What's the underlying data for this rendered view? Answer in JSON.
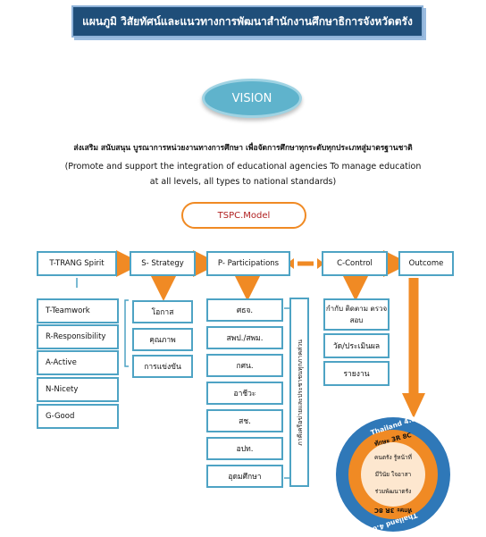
{
  "header": {
    "title": "แผนภูมิ วิสัยทัศน์และแนวทางการพัฒนาสำนักงานศึกษาธิการจังหวัดตรัง"
  },
  "vision": {
    "label": "VISION",
    "thai_text": "ส่งเสริม สนับสนุน บูรณาการหน่วยงานทางการศึกษา เพื่อจัดการศึกษาทุกระดับทุกประเภทสู่มาตรฐานชาติ",
    "english_line1": "(Promote and support the integration of educational agencies To manage education",
    "english_line2": "at all levels, all types to national standards)"
  },
  "model": {
    "label": "TSPC.Model"
  },
  "top_row": {
    "t": "T-TRANG Spirit",
    "s": "S- Strategy",
    "p": "P- Participations",
    "c": "C-Control",
    "outcome": "Outcome"
  },
  "trang_items": [
    "T-Teamwork",
    "R-Responsibility",
    "A-Active",
    "N-Nicety",
    "G-Good"
  ],
  "strategy_items": [
    "โอกาส",
    "คุณภาพ",
    "การแข่งขัน"
  ],
  "participation_items": [
    "ศธจ.",
    "สพป./สพม.",
    "กศน.",
    "อาชีวะ",
    "สช.",
    "อปท.",
    "อุดมศึกษา"
  ],
  "participation_side": "ภาคีเครือข่ายและประชาชนทุกภาคส่วน",
  "control_items": [
    "กำกับ ติดตาม ตรวจสอบ",
    "วัด/ประเมินผล",
    "รายงาน"
  ],
  "outcome_circle": {
    "outer_top": "Thailand 4.0",
    "outer_bottom": "Thailand 4.0",
    "middle_top": "ทักษะ 3R 8C",
    "middle_bottom": "ทักษะ 3R 8C",
    "inner_lines": [
      "คนตรัง รู้หน้าที่",
      "มีวินัย ใจอาสา",
      "ร่วมพัฒนาตรัง"
    ]
  },
  "colors": {
    "arrow": "#f08a24",
    "box_border": "#4ea3c4",
    "banner": "#1f4e79",
    "vision": "#5fb3cc"
  }
}
